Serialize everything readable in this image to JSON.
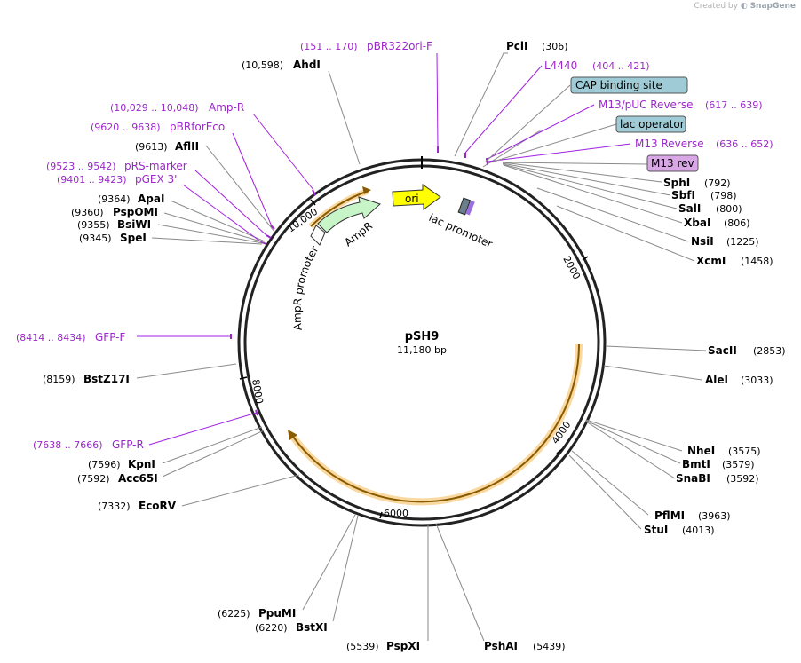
{
  "credit": {
    "prefix": "Created by",
    "brand": "SnapGene"
  },
  "plasmid": {
    "name": "pSH9",
    "length_text": "11,180 bp",
    "length_bp": 11180
  },
  "ticks": [
    "2000",
    "4000",
    "6000",
    "8000",
    "10,000"
  ],
  "enzymes_right": [
    {
      "name": "PciI",
      "pos": "(306)"
    },
    {
      "name": "SphI",
      "pos": "(792)"
    },
    {
      "name": "SbfI",
      "pos": "(798)"
    },
    {
      "name": "SalI",
      "pos": "(800)"
    },
    {
      "name": "XbaI",
      "pos": "(806)"
    },
    {
      "name": "NsiI",
      "pos": "(1225)"
    },
    {
      "name": "XcmI",
      "pos": "(1458)"
    },
    {
      "name": "SacII",
      "pos": "(2853)"
    },
    {
      "name": "AleI",
      "pos": "(3033)"
    },
    {
      "name": "NheI",
      "pos": "(3575)"
    },
    {
      "name": "BmtI",
      "pos": "(3579)"
    },
    {
      "name": "SnaBI",
      "pos": "(3592)"
    },
    {
      "name": "PflMI",
      "pos": "(3963)"
    },
    {
      "name": "StuI",
      "pos": "(4013)"
    },
    {
      "name": "PshAI",
      "pos": "(5439)"
    }
  ],
  "enzymes_left": [
    {
      "name": "AhdI",
      "pos": "(10,598)"
    },
    {
      "name": "AflII",
      "pos": "(9613)"
    },
    {
      "name": "ApaI",
      "pos": "(9364)"
    },
    {
      "name": "PspOMI",
      "pos": "(9360)"
    },
    {
      "name": "BsiWI",
      "pos": "(9355)"
    },
    {
      "name": "SpeI",
      "pos": "(9345)"
    },
    {
      "name": "BstZ17I",
      "pos": "(8159)"
    },
    {
      "name": "KpnI",
      "pos": "(7596)"
    },
    {
      "name": "Acc65I",
      "pos": "(7592)"
    },
    {
      "name": "EcoRV",
      "pos": "(7332)"
    },
    {
      "name": "PpuMI",
      "pos": "(6225)"
    },
    {
      "name": "BstXI",
      "pos": "(6220)"
    },
    {
      "name": "PspXI",
      "pos": "(5539)"
    }
  ],
  "primers_left": [
    {
      "name": "pBR322ori-F",
      "pos": "(151 .. 170)"
    },
    {
      "name": "Amp-R",
      "pos": "(10,029 .. 10,048)"
    },
    {
      "name": "pBRforEco",
      "pos": "(9620 .. 9638)"
    },
    {
      "name": "pRS-marker",
      "pos": "(9523 .. 9542)"
    },
    {
      "name": "pGEX 3'",
      "pos": "(9401 .. 9423)"
    },
    {
      "name": "GFP-F",
      "pos": "(8414 .. 8434)"
    },
    {
      "name": "GFP-R",
      "pos": "(7638 .. 7666)"
    }
  ],
  "primers_right": [
    {
      "name": "L4440",
      "pos": "(404 .. 421)"
    },
    {
      "name": "M13/pUC Reverse",
      "pos": "(617 .. 639)"
    },
    {
      "name": "M13 Reverse",
      "pos": "(636 .. 652)"
    }
  ],
  "boxed_features": [
    {
      "name": "CAP binding site",
      "color": "#9fcbd6"
    },
    {
      "name": "lac operator",
      "color": "#9fcbd6"
    },
    {
      "name": "M13 rev",
      "color": "#d9a6e6"
    }
  ],
  "map_features": {
    "ori": {
      "label": "ori",
      "color": "#ffff00"
    },
    "lac_promoter": {
      "label": "lac promoter"
    },
    "ampr": {
      "label": "AmpR",
      "color": "#c8f5c8"
    },
    "ampr_promoter": {
      "label": "AmpR promoter"
    }
  },
  "colors": {
    "backbone": "#222222",
    "orf_fill": "#f9d9a0",
    "orf_line": "#8a5a00",
    "primer": "#9b27c9"
  }
}
